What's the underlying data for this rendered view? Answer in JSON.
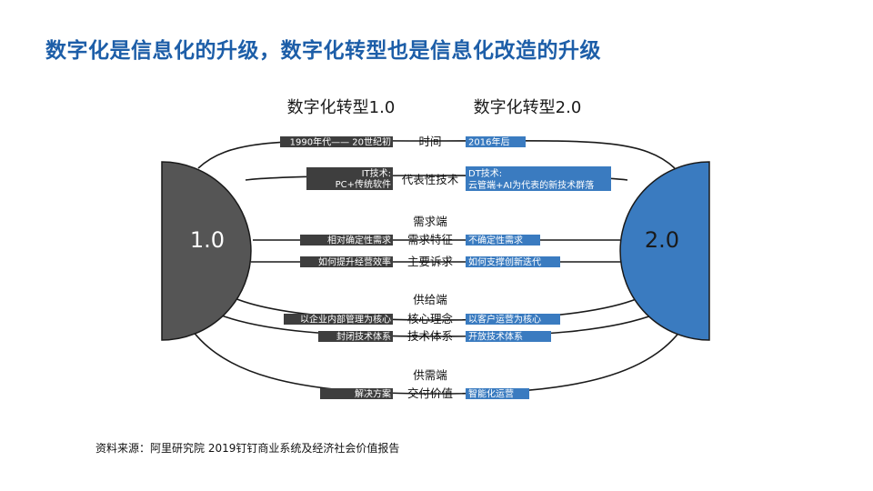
{
  "title": "数字化是信息化的升级，数字化转型也是信息化改造的升级",
  "diagram": {
    "left_heading": "数字化转型1.0",
    "right_heading": "数字化转型2.0",
    "left_circle": "1.0",
    "right_circle": "2.0",
    "colors": {
      "left": "#555555",
      "right": "#3a7bc0",
      "title": "#1d5ea8"
    },
    "center_labels": [
      {
        "id": "time",
        "text": "时间"
      },
      {
        "id": "tech",
        "text": "代表性技术"
      },
      {
        "id": "demand",
        "text": "需求端"
      },
      {
        "id": "demand-feature",
        "text": "需求特征"
      },
      {
        "id": "main-appeal",
        "text": "主要诉求"
      },
      {
        "id": "supply",
        "text": "供给端"
      },
      {
        "id": "core-idea",
        "text": "核心理念"
      },
      {
        "id": "tech-system",
        "text": "技术体系"
      },
      {
        "id": "supply-demand",
        "text": "供需端"
      },
      {
        "id": "value",
        "text": "交付价值"
      }
    ],
    "left_tags": [
      {
        "id": "time",
        "lines": [
          "1990年代—— 20世纪初"
        ]
      },
      {
        "id": "tech",
        "lines": [
          "IT技术:",
          "PC+传统软件"
        ]
      },
      {
        "id": "demand-feature",
        "lines": [
          "相对确定性需求"
        ]
      },
      {
        "id": "main-appeal",
        "lines": [
          "如何提升经营效率"
        ]
      },
      {
        "id": "core-idea",
        "lines": [
          "以企业内部管理为核心"
        ]
      },
      {
        "id": "tech-system",
        "lines": [
          "封闭技术体系"
        ]
      },
      {
        "id": "value",
        "lines": [
          "解决方案"
        ]
      }
    ],
    "right_tags": [
      {
        "id": "time",
        "lines": [
          "2016年后"
        ]
      },
      {
        "id": "tech",
        "lines": [
          "DT技术:",
          "云管端+AI为代表的新技术群落"
        ]
      },
      {
        "id": "demand-feature",
        "lines": [
          "不确定性需求"
        ]
      },
      {
        "id": "main-appeal",
        "lines": [
          "如何支撑创新迭代"
        ]
      },
      {
        "id": "core-idea",
        "lines": [
          "以客户运营为核心"
        ]
      },
      {
        "id": "tech-system",
        "lines": [
          "开放技术体系"
        ]
      },
      {
        "id": "value",
        "lines": [
          "智能化运营"
        ]
      }
    ]
  },
  "source": "资料来源：阿里研究院 2019钉钉商业系统及经济社会价值报告"
}
